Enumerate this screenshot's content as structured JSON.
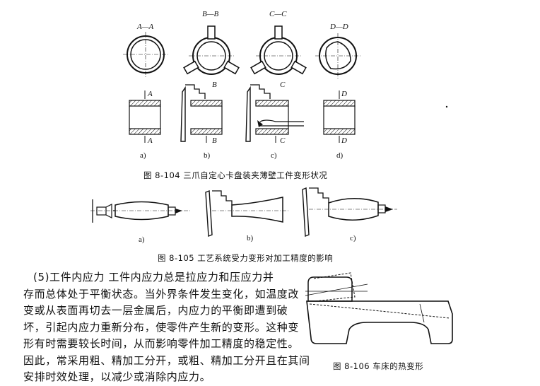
{
  "figure_104": {
    "section_labels": [
      "A—A",
      "B—B",
      "C—C",
      "D—D"
    ],
    "sub_labels": [
      "a)",
      "b)",
      "c)",
      "d)"
    ],
    "marks": [
      "A",
      "A",
      "B",
      "B",
      "C",
      "C",
      "D",
      "D"
    ],
    "caption": "图 8-104   三爪自定心卡盘装夹薄壁工件变形状况"
  },
  "figure_105": {
    "sub_labels": [
      "a)",
      "b)",
      "c)"
    ],
    "caption": "图 8-105   工艺系统受力变形对加工精度的影响"
  },
  "figure_106": {
    "caption": "图 8-106   车床的热变形"
  },
  "paragraph": {
    "lines": [
      "(5)工件内应力   工件内应力总是拉应力和压应力并",
      "存而总体处于平衡状态。当外界条件发生变化，如温度改",
      "变或从表面再切去一层金属后，内应力的平衡即遭到破",
      "坏，引起内应力重新分布，使零件产生新的变形。这种变",
      "形有时需要较长时间，从而影响零件加工精度的稳定性。",
      "因此，常采用粗、精加工分开，或粗、精加工分开且在其间",
      "安排时效处理，以减少或消除内应力。"
    ]
  }
}
